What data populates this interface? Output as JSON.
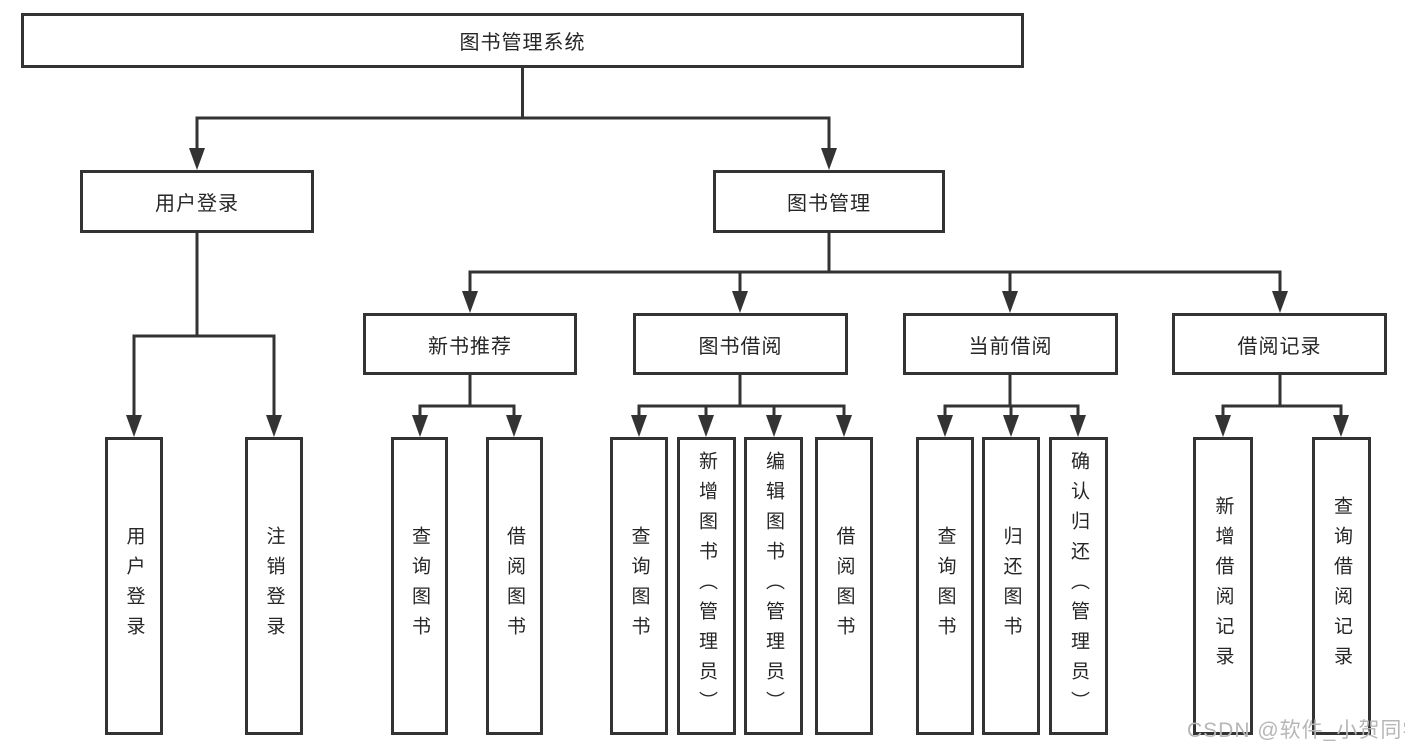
{
  "tree": {
    "root": "图书管理系统",
    "children": [
      {
        "label": "用户登录",
        "children": [
          "用户登录",
          "注销登录"
        ]
      },
      {
        "label": "图书管理",
        "children": [
          {
            "label": "新书推荐",
            "children": [
              "查询图书",
              "借阅图书"
            ]
          },
          {
            "label": "图书借阅",
            "children": [
              "查询图书",
              "新增图书（管理员）",
              "编辑图书（管理员）",
              "借阅图书"
            ]
          },
          {
            "label": "当前借阅",
            "children": [
              "查询图书",
              "归还图书",
              "确认归还（管理员）"
            ]
          },
          {
            "label": "借阅记录",
            "children": [
              "新增借阅记录",
              "查询借阅记录"
            ]
          }
        ]
      }
    ]
  },
  "watermark": "CSDN @软件_小贺同学",
  "colors": {
    "line": "#333333",
    "text": "#262626",
    "watermark": "#b7b7b7",
    "background": "#ffffff"
  }
}
